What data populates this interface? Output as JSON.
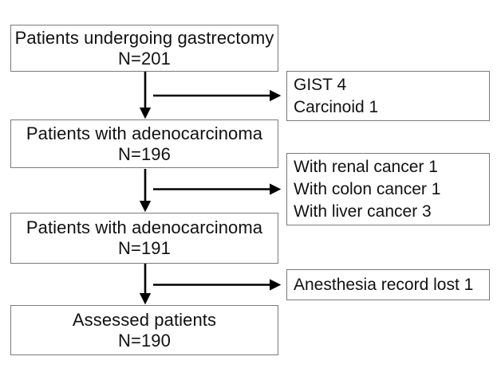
{
  "colors": {
    "background": "#ffffff",
    "box_border": "#7a7a7a",
    "arrow": "#000000",
    "text": "#111111"
  },
  "flow": {
    "main_boxes": [
      {
        "title": "Patients undergoing gastrectomy",
        "count": "N=201"
      },
      {
        "title": "Patients with adenocarcinoma",
        "count": "N=196"
      },
      {
        "title": "Patients with adenocarcinoma",
        "count": "N=191"
      },
      {
        "title": "Assessed patients",
        "count": "N=190"
      }
    ],
    "side_boxes": [
      {
        "lines": [
          "GIST 4",
          "Carcinoid 1"
        ]
      },
      {
        "lines": [
          "With renal cancer 1",
          "With colon cancer 1",
          "With liver cancer 3"
        ]
      },
      {
        "lines": [
          "Anesthesia record lost 1"
        ]
      }
    ]
  }
}
